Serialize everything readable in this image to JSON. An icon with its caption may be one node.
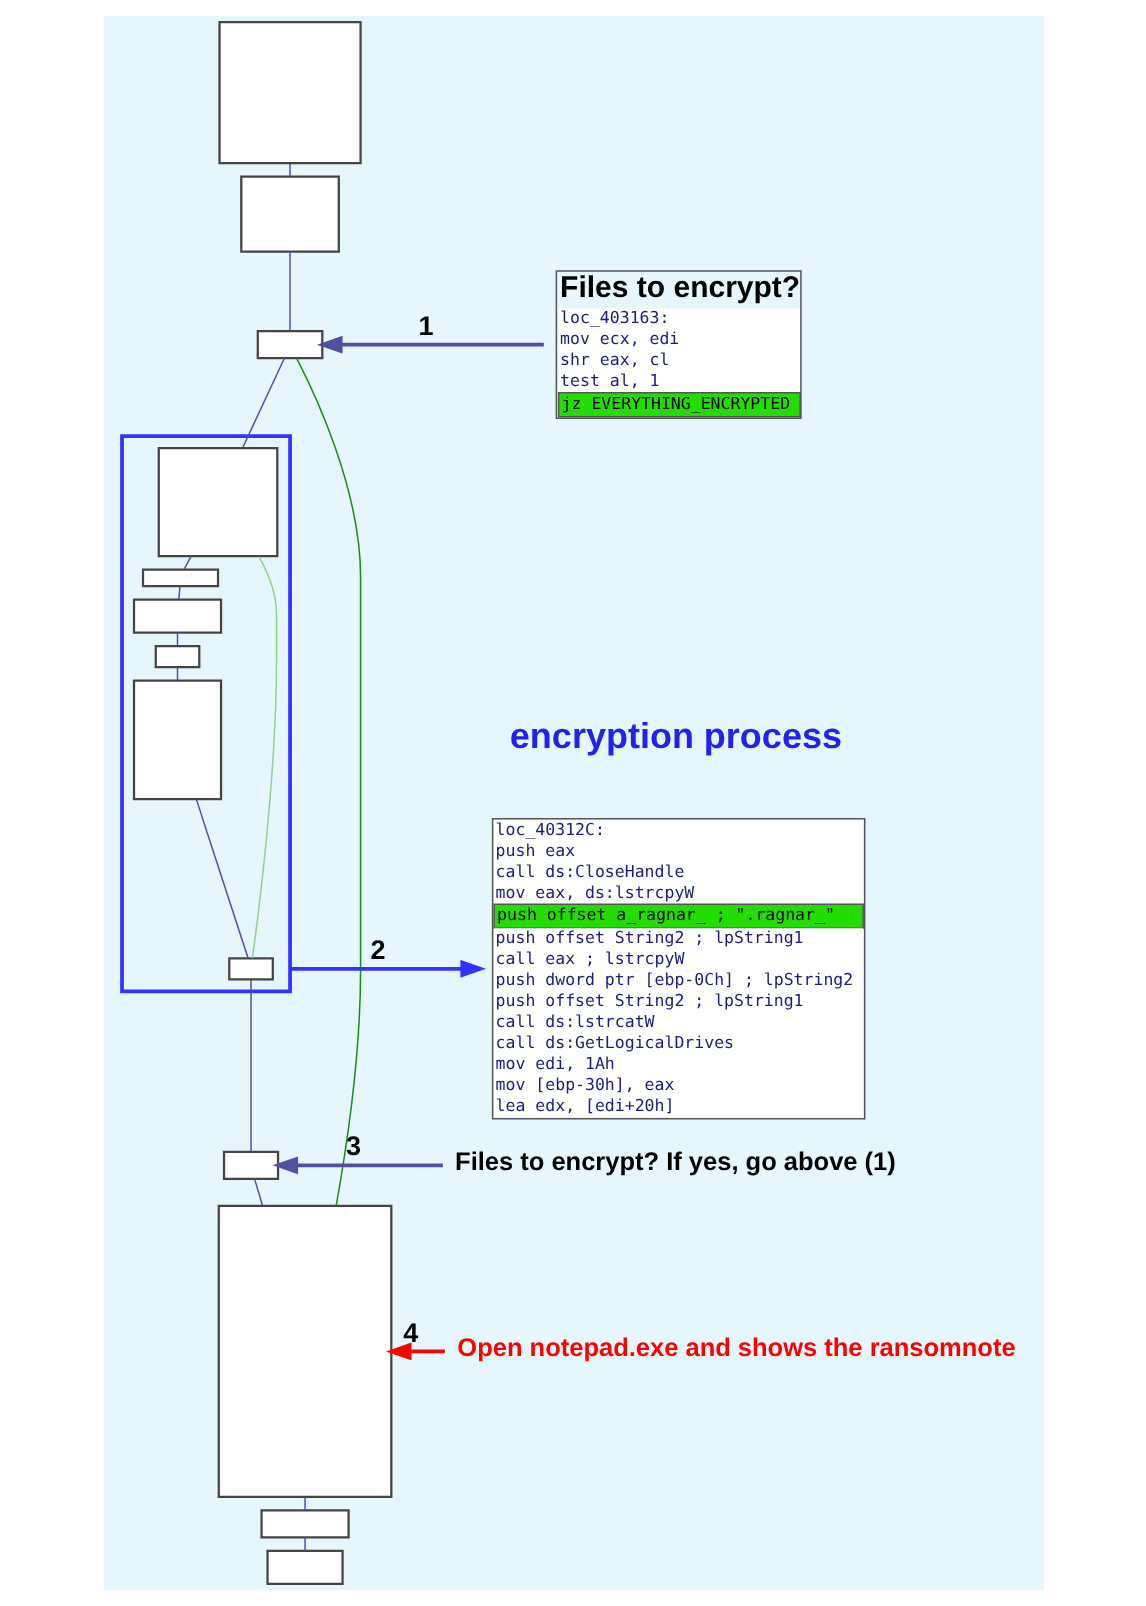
{
  "diagram": {
    "nodes": [
      {
        "text": [],
        "shape": "box"
      },
      {
        "text": [],
        "shape": "box"
      },
      {
        "text": [],
        "shape": "box"
      },
      {
        "text": [
          "Files to encrypt?",
          "loc_403163:",
          "mov ecx, edi",
          "shr eax, cl",
          "test al, 1",
          "jz EVERYTHING_ENCRYPTED"
        ]
      },
      {
        "text": [],
        "shape": "box"
      },
      {
        "text": [],
        "shape": "box",
        "in": 4
      },
      {
        "text": [],
        "shape": "box",
        "in": 4
      },
      {
        "text": [],
        "shape": "box",
        "in": 4
      },
      {
        "text": [],
        "shape": "box",
        "in": 4
      },
      {
        "text": [],
        "shape": "box",
        "in": 4
      },
      {
        "text": [],
        "shape": "box",
        "in": 4
      },
      {
        "text": [],
        "shape": "box"
      },
      {
        "text": [],
        "shape": "box"
      },
      {
        "text": [],
        "shape": "box"
      },
      {
        "text": [],
        "shape": "box"
      },
      {
        "text": [
          "loc_40312C:",
          "push eax",
          "call ds:CloseHandle",
          "mov eax, ds:lstrcpyW",
          "push offset a_ragnar_ ; \".ragnar_\"",
          "push offset String2 ; lpString1",
          "call eax ; lstrcpyW",
          "push dword ptr [ebp-0Ch] ; lpString2",
          "push offset String2 ; lpString1",
          "call ds:lstrcatW",
          "call ds:GetLogicalDrives",
          "mov edi, 1Ah",
          "mov [ebp-30h], eax",
          "lea edx, [edi+20h]"
        ]
      },
      {
        "text": [
          "Files to encrypt? If yes, go above (1)"
        ]
      },
      {
        "text": [
          "Open notepad.exe and shows the ransomnote"
        ]
      }
    ],
    "edges": [
      {
        "from": 0,
        "to": 1,
        "arrow": "none"
      },
      {
        "from": 1,
        "to": 2,
        "arrow": "none"
      },
      {
        "from": 2,
        "to": 5,
        "arrow": "none"
      },
      {
        "from": 5,
        "to": 6,
        "arrow": "none"
      },
      {
        "from": 6,
        "to": 7,
        "arrow": "none"
      },
      {
        "from": 7,
        "to": 8,
        "arrow": "none"
      },
      {
        "from": 8,
        "to": 9,
        "arrow": "none"
      },
      {
        "from": 9,
        "to": 10,
        "arrow": "none"
      },
      {
        "from": 10,
        "to": 11,
        "arrow": "none"
      },
      {
        "from": 11,
        "to": 12,
        "arrow": "none"
      },
      {
        "from": 12,
        "to": 13,
        "arrow": "none"
      },
      {
        "from": 13,
        "to": 14,
        "arrow": "none"
      },
      {
        "from": 2,
        "to": 12,
        "arrow": "none",
        "color": "#1a8a1a"
      },
      {
        "from": 5,
        "to": 10,
        "arrow": "none",
        "color": "#90d090"
      },
      {
        "from": 3,
        "to": 2,
        "arrow": "to",
        "label": "1"
      },
      {
        "from": 4,
        "to": 15,
        "arrow": "to",
        "label": "2",
        "color": "#3333ff"
      },
      {
        "from": 16,
        "to": 11,
        "arrow": "to",
        "label": "3"
      },
      {
        "from": 17,
        "to": 12,
        "arrow": "to",
        "label": "4",
        "color": "#ff0000"
      }
    ],
    "labels": [
      "encryption process"
    ]
  }
}
